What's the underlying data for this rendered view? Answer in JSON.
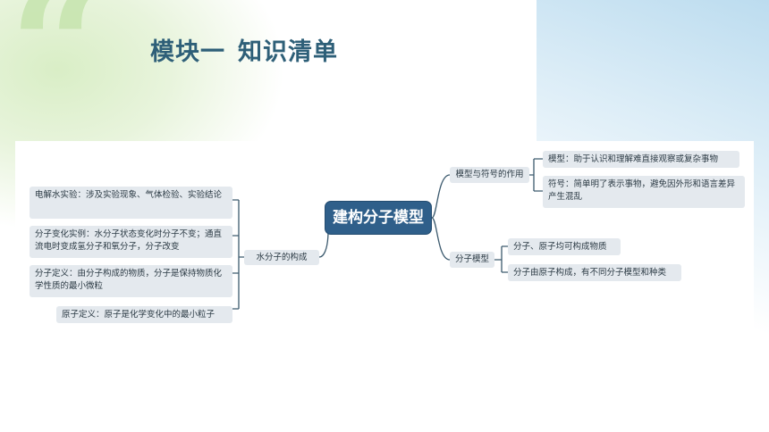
{
  "page": {
    "title_part1": "模块一",
    "title_part2": "知识清单",
    "quote_glyph": "“"
  },
  "mindmap": {
    "center": "建构分子模型",
    "left_branch": {
      "label": "水分子的构成",
      "children": [
        "电解水实验：涉及实验现象、气体检验、实验结论",
        "分子变化实例：水分子状态变化时分子不变；通直流电时变成氢分子和氧分子，分子改变",
        "分子定义：由分子构成的物质，分子是保持物质化学性质的最小微粒",
        "原子定义：原子是化学变化中的最小粒子"
      ]
    },
    "right_branches": [
      {
        "label": "模型与符号的作用",
        "children": [
          "模型：助于认识和理解难直接观察或复杂事物",
          "符号：简单明了表示事物，避免因外形和语言差异产生混乱"
        ]
      },
      {
        "label": "分子模型",
        "children": [
          "分子、原子均可构成物质",
          "分子由原子构成，有不同分子模型和种类"
        ]
      }
    ]
  },
  "colors": {
    "title": "#2e5f78",
    "center_fill": "#2f5f8a",
    "node_fill": "#e4e9ee",
    "connector": "#3c5a6e"
  }
}
